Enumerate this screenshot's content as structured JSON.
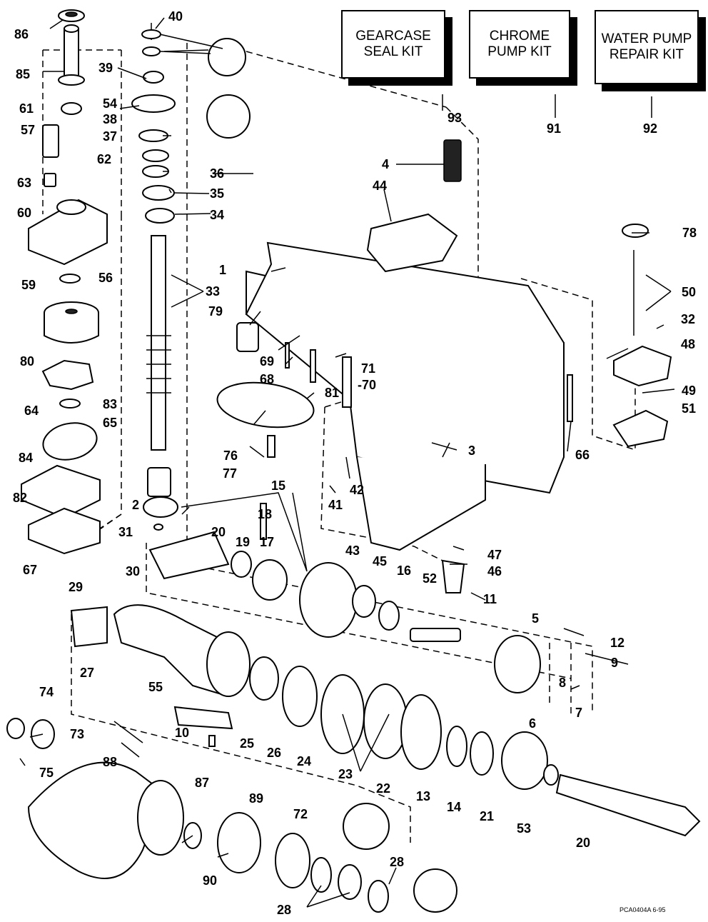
{
  "kits": [
    {
      "id": "gearcase",
      "text": "GEARCASE\nSEAL KIT",
      "number": "93"
    },
    {
      "id": "chrome",
      "text": "CHROME\nPUMP KIT",
      "number": "91"
    },
    {
      "id": "waterpump",
      "text": "WATER PUMP\nREPAIR KIT",
      "number": "92"
    }
  ],
  "labels": [
    "86",
    "40",
    "85",
    "39",
    "61",
    "54",
    "38",
    "57",
    "37",
    "36",
    "62",
    "63",
    "35",
    "60",
    "34",
    "4",
    "44",
    "78",
    "59",
    "56",
    "1",
    "33",
    "50",
    "79",
    "32",
    "80",
    "48",
    "69",
    "68",
    "71",
    "-70",
    "64",
    "81",
    "83",
    "49",
    "51",
    "65",
    "84",
    "76",
    "3",
    "66",
    "77",
    "82",
    "2",
    "15",
    "41",
    "42",
    "67",
    "31",
    "20",
    "18",
    "19",
    "17",
    "43",
    "45",
    "16",
    "52",
    "11",
    "47",
    "46",
    "29",
    "30",
    "27",
    "5",
    "12",
    "9",
    "55",
    "8",
    "7",
    "6",
    "25",
    "26",
    "24",
    "74",
    "73",
    "10",
    "88",
    "75",
    "23",
    "22",
    "13",
    "14",
    "21",
    "53",
    "87",
    "89",
    "72",
    "28",
    "90",
    "20b"
  ],
  "label_text": {
    "86": "86",
    "40": "40",
    "85": "85",
    "39": "39",
    "61": "61",
    "54": "54",
    "38": "38",
    "57": "57",
    "37": "37",
    "36": "36",
    "62": "62",
    "63": "63",
    "35": "35",
    "60": "60",
    "34": "34",
    "4": "4",
    "44": "44",
    "78": "78",
    "59": "59",
    "56": "56",
    "1": "1",
    "33": "33",
    "50": "50",
    "79": "79",
    "32": "32",
    "80": "80",
    "48": "48",
    "69": "69",
    "68": "68",
    "71": "71",
    "-70": "-70",
    "64": "64",
    "81": "81",
    "83": "83",
    "49": "49",
    "51": "51",
    "65": "65",
    "84": "84",
    "76": "76",
    "3": "3",
    "66": "66",
    "77": "77",
    "82": "82",
    "2": "2",
    "15": "15",
    "41": "41",
    "42": "42",
    "67": "67",
    "31": "31",
    "20": "20",
    "18": "18",
    "19": "19",
    "17": "17",
    "43": "43",
    "45": "45",
    "16": "16",
    "52": "52",
    "11": "11",
    "47": "47",
    "46": "46",
    "29": "29",
    "30": "30",
    "27": "27",
    "5": "5",
    "12": "12",
    "9": "9",
    "55": "55",
    "8": "8",
    "7": "7",
    "6": "6",
    "25": "25",
    "26": "26",
    "24": "24",
    "74": "74",
    "73": "73",
    "10": "10",
    "88": "88",
    "75": "75",
    "23": "23",
    "22": "22",
    "13": "13",
    "14": "14",
    "21": "21",
    "53": "53",
    "87": "87",
    "89": "89",
    "72": "72",
    "28": "28",
    "90": "90",
    "20b": "20"
  },
  "drawing_code": "PCA0404A   6-95"
}
